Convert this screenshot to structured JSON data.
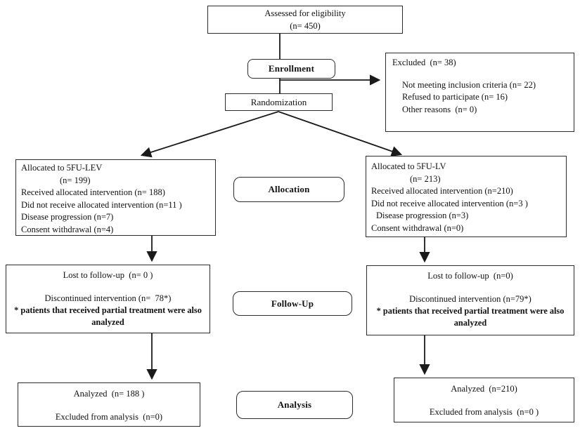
{
  "colors": {
    "background": "#ffffff",
    "box_border": "#2b2b2b",
    "arrow_line": "#1a1a1a",
    "text": "#111111"
  },
  "stage_labels": {
    "enrollment": "Enrollment",
    "allocation": "Allocation",
    "follow_up": "Follow-Up",
    "analysis": "Analysis"
  },
  "boxes": {
    "assessed": {
      "line1": "Assessed for eligibility",
      "line2": "(n= 450)"
    },
    "excluded": {
      "heading": "Excluded  (n= 38)",
      "items": [
        "Not meeting inclusion criteria (n= 22)",
        "Refused to participate (n= 16)",
        "Other reasons  (n= 0)"
      ]
    },
    "randomization": "Randomization",
    "alloc_left": {
      "lines": [
        "Allocated to 5FU-LEV",
        "(n= 199)",
        "Received allocated intervention (n= 188)",
        "Did not receive allocated intervention (n=11 )",
        "Disease progression (n=7)",
        "Consent withdrawal (n=4)"
      ]
    },
    "alloc_right": {
      "lines": [
        "Allocated to 5FU-LV",
        "(n= 213)",
        "Received allocated intervention (n=210)",
        "Did not receive allocated intervention (n=3 )",
        "Disease progression (n=3)",
        "Consent withdrawal (n=0)"
      ]
    },
    "follow_left": {
      "line1": "Lost to follow-up  (n= 0 )",
      "line2": "Discontinued intervention (n=  78*)",
      "note": "* patients that received partial treatment were also analyzed"
    },
    "follow_right": {
      "line1": "Lost to follow-up  (n=0)",
      "line2": "Discontinued intervention (n=79*)",
      "note": "* patients that received partial treatment were also analyzed"
    },
    "analysis_left": {
      "line1": "Analyzed  (n= 188 )",
      "line2": "Excluded from analysis  (n=0)"
    },
    "analysis_right": {
      "line1": "Analyzed  (n=210)",
      "line2": "Excluded from analysis  (n=0 )"
    }
  }
}
